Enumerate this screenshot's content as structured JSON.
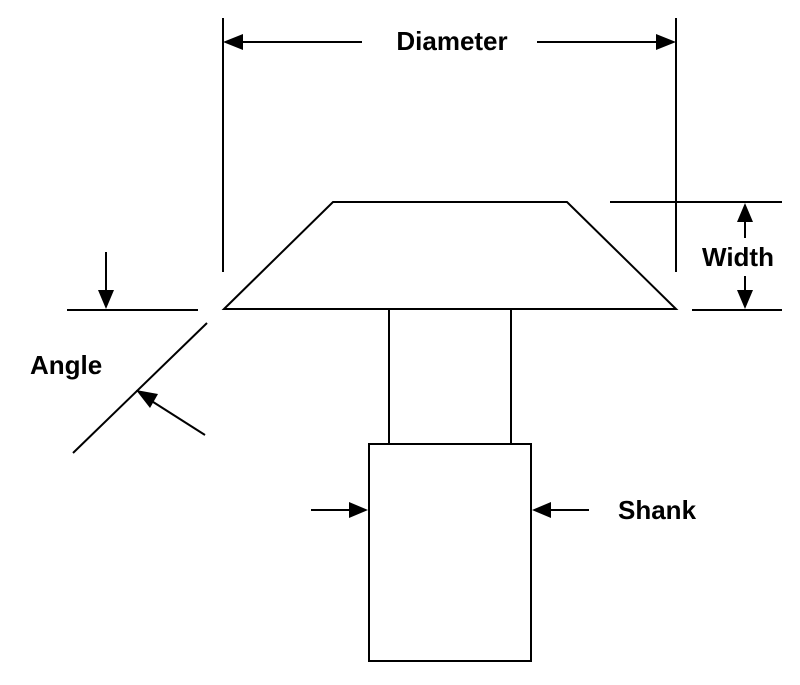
{
  "labels": {
    "diameter": "Diameter",
    "width": "Width",
    "angle": "Angle",
    "shank": "Shank"
  },
  "colors": {
    "line": "#000000",
    "background": "#ffffff"
  }
}
